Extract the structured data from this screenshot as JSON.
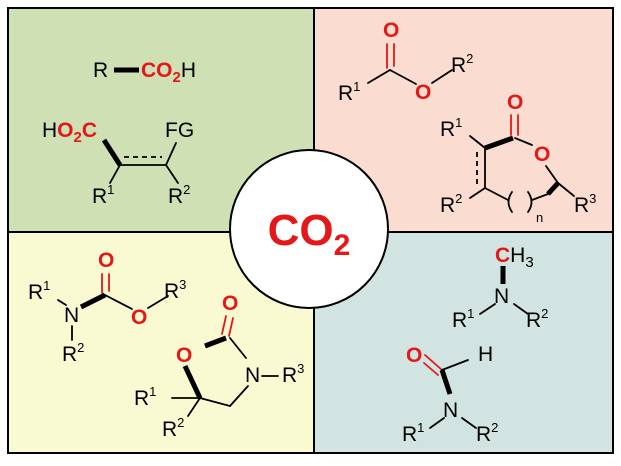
{
  "colors": {
    "green_panel": "#cfe0b4",
    "salmon_panel": "#fbdcd0",
    "yellow_panel": "#fafad2",
    "blue_panel": "#d1e4e2",
    "accent_red": "#e41818",
    "border": "#000000"
  },
  "center": {
    "formula_main": "CO",
    "formula_sub": "2"
  },
  "top_left": {
    "acid": {
      "r": "R",
      "co2h_red": "CO",
      "co2h_sub": "2",
      "co2h_tail": "H"
    },
    "alkene": {
      "h": "H",
      "o2c": "O",
      "o2c_sub": "2",
      "c": "C",
      "fg": "FG",
      "r1": "R",
      "r1_sup": "1",
      "r2": "R",
      "r2_sup": "2"
    }
  },
  "top_right": {
    "ester": {
      "o_carbonyl": "O",
      "o_ether": "O",
      "r1": "R",
      "r1_sup": "1",
      "r2": "R",
      "r2_sup": "2"
    },
    "lactone": {
      "o_carbonyl": "O",
      "o_ring": "O",
      "r1": "R",
      "r1_sup": "1",
      "r2": "R",
      "r2_sup": "2",
      "r3": "R",
      "r3_sup": "3",
      "n": "n"
    }
  },
  "bottom_left": {
    "carbamate": {
      "o_carbonyl": "O",
      "o_ether": "O",
      "n": "N",
      "r1": "R",
      "r1_sup": "1",
      "r2": "R",
      "r2_sup": "2",
      "r3": "R",
      "r3_sup": "3"
    },
    "oxazolidinone": {
      "o_carbonyl": "O",
      "o_ring": "O",
      "n": "N",
      "r1": "R",
      "r1_sup": "1",
      "r2": "R",
      "r2_sup": "2",
      "r3": "R",
      "r3_sup": "3"
    }
  },
  "bottom_right": {
    "methylamine": {
      "c": "C",
      "h3": "H",
      "h3_sub": "3",
      "n": "N",
      "r1": "R",
      "r1_sup": "1",
      "r2": "R",
      "r2_sup": "2"
    },
    "formamide": {
      "o": "O",
      "h": "H",
      "n": "N",
      "r1": "R",
      "r1_sup": "1",
      "r2": "R",
      "r2_sup": "2"
    }
  }
}
